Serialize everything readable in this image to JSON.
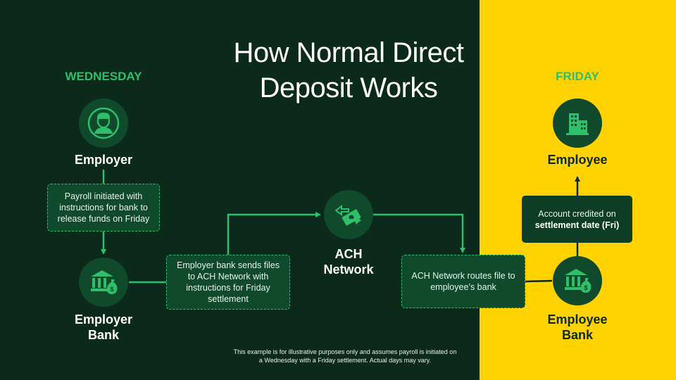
{
  "title": {
    "line1": "How Normal Direct",
    "line2": "Deposit Works"
  },
  "days": {
    "left": "WEDNESDAY",
    "right": "FRIDAY"
  },
  "nodes": {
    "employer": "Employer",
    "employer_bank_line1": "Employer",
    "employer_bank_line2": "Bank",
    "ach_line1": "ACH",
    "ach_line2": "Network",
    "employee": "Employee",
    "employee_bank_line1": "Employee",
    "employee_bank_line2": "Bank"
  },
  "steps": {
    "payroll": "Payroll initiated with instructions for bank to release funds on Friday",
    "employer_bank_sends": "Employer bank sends files to ACH Network with instructions for Friday settlement",
    "ach_routes": "ACH Network routes file to employee’s bank",
    "credited_prefix": "Account credited on",
    "credited_bold": "settlement date (Fri)"
  },
  "disclaimer": "This example is for illustrative purposes only and assumes payroll is initiated on a Wednesday with a Friday settlement. Actual days may vary.",
  "colors": {
    "dark_bg": "#0b2a1c",
    "yellow": "#ffd200",
    "green_accent": "#2fbf6a",
    "node_fill": "#0f4a2c"
  }
}
